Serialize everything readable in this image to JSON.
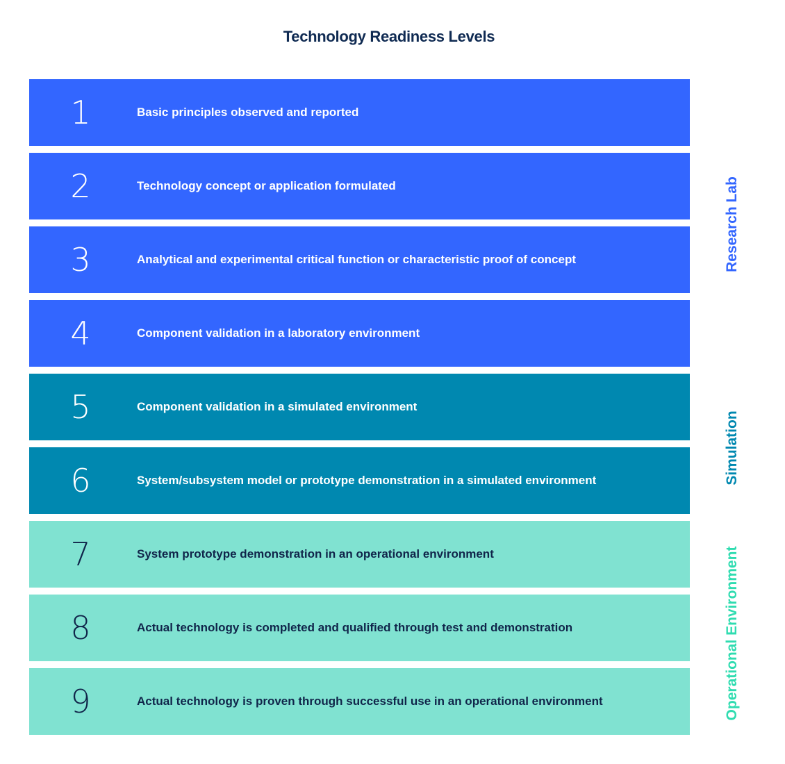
{
  "title": "Technology Readiness Levels",
  "colors": {
    "research_lab": "#3366ff",
    "simulation": "#0088b0",
    "operational": "#80e2d1",
    "title_text": "#0f2a52"
  },
  "groups": {
    "research_lab": "Research Lab",
    "simulation": "Simulation",
    "operational": "Operational Environment"
  },
  "levels": [
    {
      "number": "1",
      "description": "Basic principles observed and reported"
    },
    {
      "number": "2",
      "description": "Technology concept or application formulated"
    },
    {
      "number": "3",
      "description": "Analytical and experimental critical function or characteristic proof of concept"
    },
    {
      "number": "4",
      "description": "Component validation in a laboratory environment"
    },
    {
      "number": "5",
      "description": "Component validation in a simulated environment"
    },
    {
      "number": "6",
      "description": "System/subsystem model or prototype demonstration in a simulated environment"
    },
    {
      "number": "7",
      "description": "System prototype demonstration in an operational environment"
    },
    {
      "number": "8",
      "description": "Actual technology is completed and qualified through test and demonstration"
    },
    {
      "number": "9",
      "description": "Actual technology is proven through successful use in an operational environment"
    }
  ]
}
